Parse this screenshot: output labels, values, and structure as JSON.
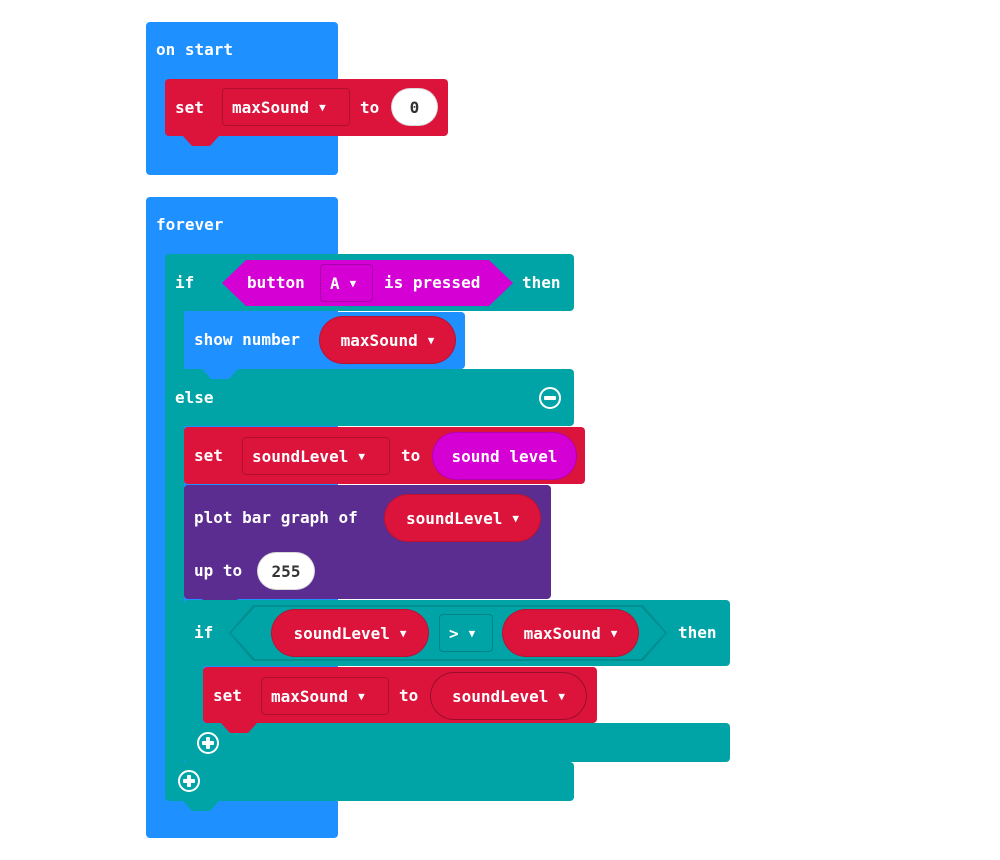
{
  "colors": {
    "events": "#1e90ff",
    "variables": "#dc143c",
    "logic": "#00a4a6",
    "input": "#d400d4",
    "led": "#5c2d91"
  },
  "on_start": {
    "label": "on start",
    "set": {
      "label": "set",
      "variable": "maxSound",
      "to": "to",
      "value": "0"
    }
  },
  "forever": {
    "label": "forever",
    "if1": {
      "if": "if",
      "button_label": "button",
      "button_value": "A",
      "is_pressed": "is pressed",
      "then": "then"
    },
    "show_number": {
      "label": "show number",
      "value": "maxSound"
    },
    "else": "else",
    "set_sound": {
      "label": "set",
      "variable": "soundLevel",
      "to": "to",
      "value": "sound level"
    },
    "plot": {
      "label": "plot bar graph of",
      "value": "soundLevel",
      "up_to": "up to",
      "max": "255"
    },
    "if2": {
      "if": "if",
      "left": "soundLevel",
      "op": ">",
      "right": "maxSound",
      "then": "then"
    },
    "set_max": {
      "label": "set",
      "variable": "maxSound",
      "to": "to",
      "value": "soundLevel"
    }
  },
  "icons": {
    "dropdown": "▼"
  }
}
